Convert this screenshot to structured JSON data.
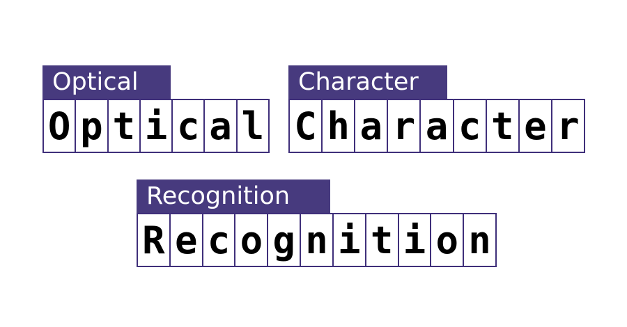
{
  "colors": {
    "accent": "#473a7e",
    "cell_border": "#3f2f7a",
    "glyph": "#000000"
  },
  "words": [
    {
      "label": "Optical",
      "letters": [
        "O",
        "p",
        "t",
        "i",
        "c",
        "a",
        "l"
      ]
    },
    {
      "label": "Character",
      "letters": [
        "C",
        "h",
        "a",
        "r",
        "a",
        "c",
        "t",
        "e",
        "r"
      ]
    },
    {
      "label": "Recognition",
      "letters": [
        "R",
        "e",
        "c",
        "o",
        "g",
        "n",
        "i",
        "t",
        "i",
        "o",
        "n"
      ]
    }
  ]
}
